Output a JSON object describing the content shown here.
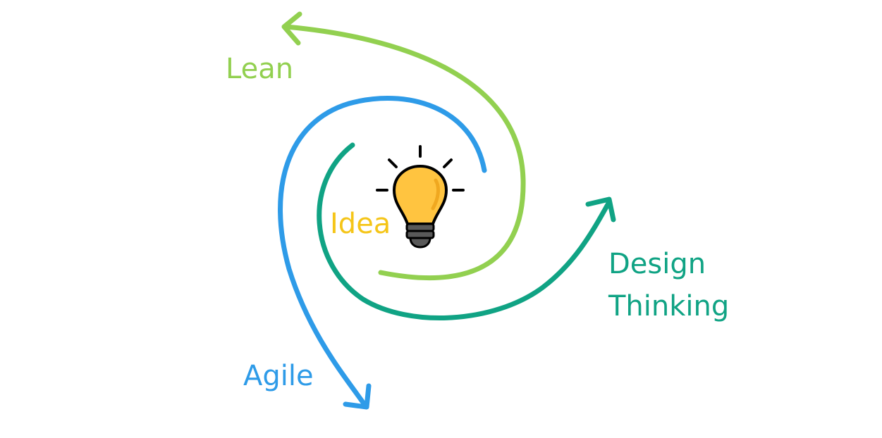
{
  "labels": {
    "lean": "Lean",
    "idea": "Idea",
    "agile": "Agile",
    "design_thinking_line1": "Design",
    "design_thinking_line2": "Thinking"
  },
  "colors": {
    "lean": "#92d050",
    "agile": "#2e9be8",
    "design_thinking": "#10a384",
    "idea": "#f5c518",
    "bulb_fill": "#ffc440",
    "bulb_base": "#595959",
    "outline": "#000000"
  },
  "icons": {
    "center": "lightbulb-icon"
  }
}
